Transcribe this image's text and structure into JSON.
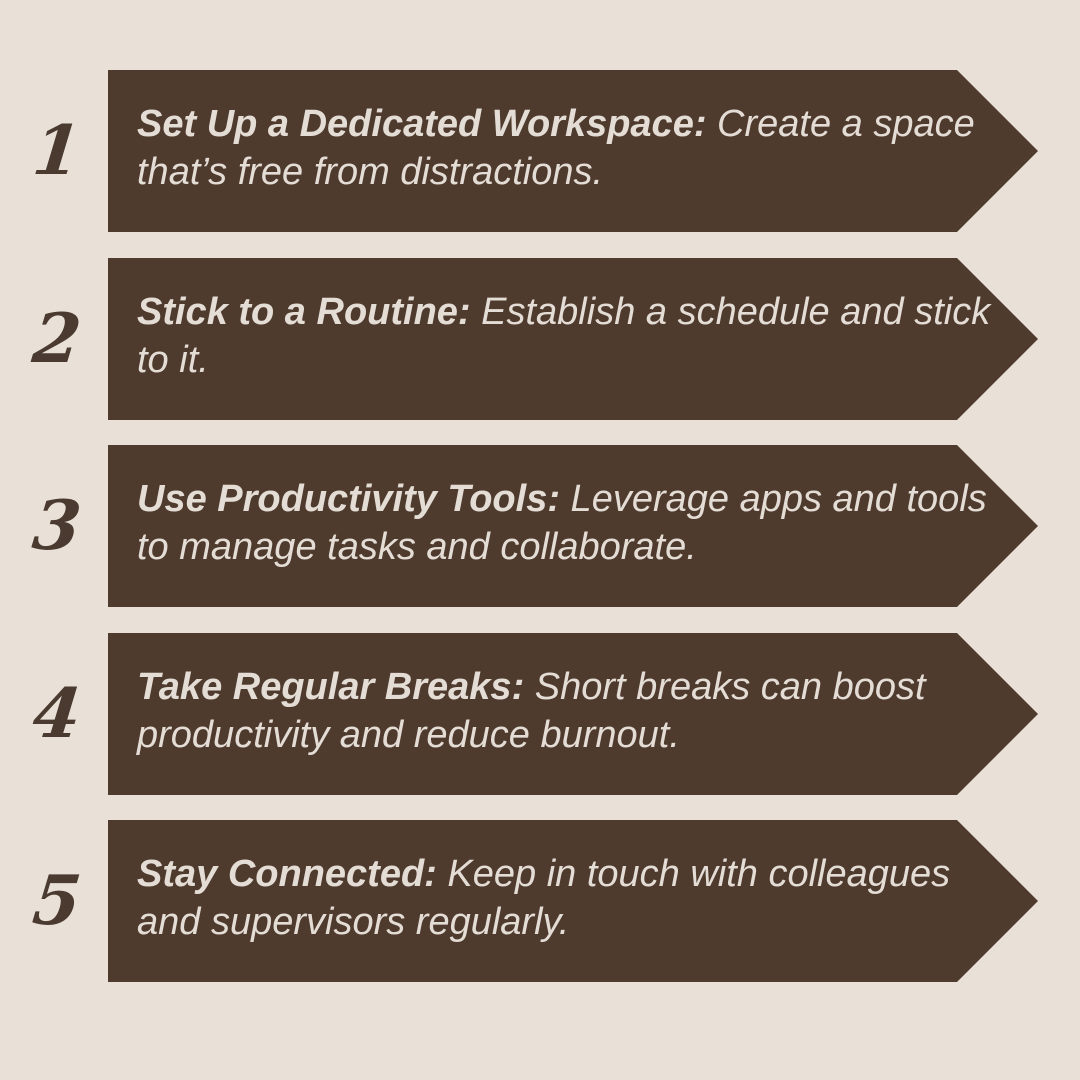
{
  "items": [
    {
      "number": "1",
      "title": "Set Up a Dedicated Workspace:",
      "description": " Create a space that’s free from distractions."
    },
    {
      "number": "2",
      "title": "Stick to a Routine:",
      "description": " Establish a schedule and stick to it."
    },
    {
      "number": "3",
      "title": "Use Productivity Tools:",
      "description": " Leverage apps and tools to manage tasks and collaborate."
    },
    {
      "number": "4",
      "title": "Take Regular Breaks:",
      "description": " Short breaks can boost productivity and reduce burnout."
    },
    {
      "number": "5",
      "title": "Stay Connected:",
      "description": " Keep in touch with colleagues and supervisors regularly."
    }
  ],
  "colors": {
    "background": "#e9e1d7",
    "arrow": "#4f3a2e",
    "number": "#4a3a2f",
    "text": "#e4ddd5"
  }
}
